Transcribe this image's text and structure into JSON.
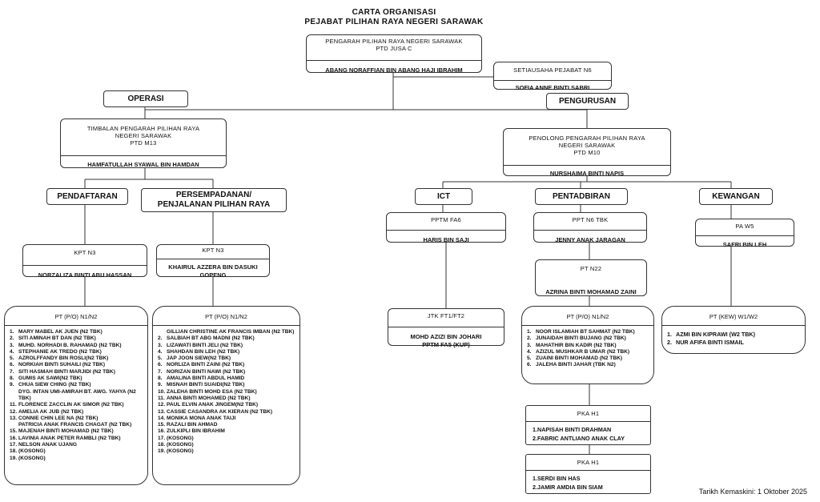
{
  "title_line1": "CARTA ORGANISASI",
  "title_line2": "PEJABAT PILIHAN RAYA NEGERI SARAWAK",
  "director": {
    "role": "PENGARAH PILIHAN RAYA NEGERI SARAWAK",
    "grade": "PTD JUSA C",
    "name": "ABANG NORAFFIAN BIN ABANG HAJI IBRAHIM"
  },
  "secretary": {
    "role": "SETIAUSAHA PEJABAT N6",
    "name": "SOFIA ANNE BINTI SABRI"
  },
  "operasi_label": "OPERASI",
  "pengurusan_label": "PENGURUSAN",
  "deputy": {
    "role": "TIMBALAN PENGARAH PILIHAN RAYA NEGERI SARAWAK",
    "grade": "PTD M13",
    "name": "HAMFATULLAH SYAWAL BIN HAMDAN"
  },
  "assistant_director": {
    "role": "PENOLONG PENGARAH PILIHAN RAYA NEGERI SARAWAK",
    "grade": "PTD M10",
    "name": "NURSHAIMA BINTI NAPIS"
  },
  "pendaftaran_label": "PENDAFTARAN",
  "persempadanan_label": "PERSEMPADANAN/ PENJALANAN PILIHAN RAYA",
  "ict_label": "ICT",
  "pentadbiran_label": "PENTADBIRAN",
  "kewangan_label": "KEWANGAN",
  "kpt1": {
    "role": "KPT N3",
    "name": "NORZALIZA BINTI ABU HASSAN"
  },
  "kpt2": {
    "role": "KPT N3",
    "name": "KHAIRUL AZZERA BIN DASUKI GOPENG"
  },
  "pptm": {
    "role": "PPTM FA6",
    "name": "HARIS BIN SAJI"
  },
  "ppt": {
    "role": "PPT N6 TBK",
    "name": "JENNY ANAK JARAGAN"
  },
  "pa": {
    "role": "PA W5",
    "name": "SAFRI BIN LEH"
  },
  "pt_n22": {
    "role": "PT N22",
    "name": "AZRINA BINTI MOHAMAD ZAINI"
  },
  "jtk": {
    "role": "JTK FT1/FT2",
    "name": "MOHD AZIZI BIN JOHARI PPTM FA5 (KUP)"
  },
  "list1": {
    "role": "PT (P/O) N1/N2",
    "items": [
      "MARY MABEL AK JUEN (N2 TBK)",
      "SITI AMINAH BT DAN (N2 TBK)",
      "MUHD. NORHADI B. RAHAMAD (N2 TBK)",
      "STEPHANIE AK TREDO (N2 TBK)",
      "AZROLFFANDY BIN ROSLI(N2 TBK)",
      "NORKIAH BINTI SUHAILI (N2 TBK)",
      "SITI HASMAH BINTI MARJIDI (N2 TBK)",
      "GUMIS AK SAWI(N2 TBK)",
      "CHUA SIEW CHING (N2 TBK)",
      "DYG. INTAN UMI-AMIRAH BT. AWG. YAHYA (N2 TBK)",
      "FLORENCE ZACCLIN AK SIMOR (N2 TBK)",
      "AMELIA AK JUB (N2 TBK)",
      "CONNIE CHIN LEE NA (N2 TBK)",
      "PATRICIA ANAK FRANCIS CHAGAT (N2 TBK)",
      "MAJENAH BINTI MOHAMAD (N2 TBK)",
      "LAVINIA ANAK PETER RAMBLI (N2 TBK)",
      "NELSON ANAK UJANG",
      "(KOSONG)",
      "(KOSONG)"
    ]
  },
  "list2": {
    "role": "PT (P/O) N1/N2",
    "items": [
      "GILLIAN CHRISTINE AK FRANCIS IMBAN (N2 TBK)",
      "SALBIAH BT ABG MADNI (N2 TBK)",
      "LIZAWATI BINTI JELI (N2 TBK)",
      "SHAHDAN BIN LEH (N2 TBK)",
      "JAP JOON SIEW(N2 TBK)",
      "NORLIZA BINTI ZAINI (N2 TBK)",
      "NORIZAN BINTI NAWI (N2 TBK)",
      "AMALINA BINTI ABDUL HAMID",
      "MISNAH BINTI SUAIDI(N2 TBK)",
      "ZALEHA BINTI MOHD ESA (N2 TBK)",
      "ANNA BINTI MOHAMED (N2 TBK)",
      "PAUL ELVIN ANAK JINGEM(N2 TBK)",
      "CASSIE CASANDRA AK KIERAN (N2 TBK)",
      "MONIKA MONA ANAK TAIJI",
      "RAZALI BIN AHMAD",
      "ZULKIPLI BIN IBRAHIM",
      "(KOSONG)",
      "(KOSONG)",
      "(KOSONG)"
    ]
  },
  "list3": {
    "role": "PT (P/O) N1/N2",
    "items": [
      "NOOR ISLAMIAH BT SAHMAT (N2 TBK)",
      "JUNAIDAH BINTI BUJANG (N2 TBK)",
      "MAHATHIR BIN KADIR (N2 TBK)",
      "AZIZUL MUSHKAR B UMAR (N2 TBK)",
      "ZUAINI BINTI MOHAMAD (N2 TBK)",
      "JALEHA BINTI JAHAR (TBK N2)"
    ]
  },
  "list4": {
    "role": "PT (KEW) W1/W2",
    "items": [
      "AZMI BIN KIPRAWI (W2 TBK)",
      "NUR AFIFA BINTI ISMAIL"
    ]
  },
  "pka1": {
    "role": "PKA H1",
    "items": [
      "NAPISAH BINTI DRAHMAN",
      "FABRIC ANTLIANO ANAK CLAY"
    ]
  },
  "pka2": {
    "role": "PKA H1",
    "items": [
      "SERDI BIN HAS",
      "JAMIR AMDIA BIN SIAM"
    ]
  },
  "footer": "Tarikh Kemaskini: 1 Oktober 2025"
}
